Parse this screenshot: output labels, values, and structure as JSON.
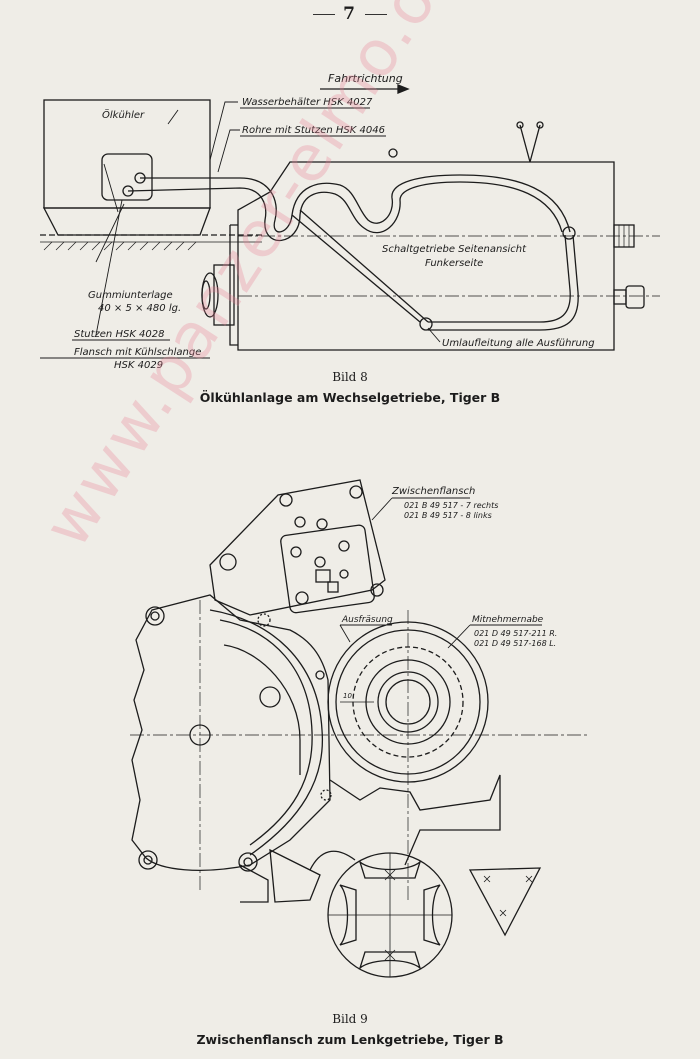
{
  "page": {
    "number": "7"
  },
  "figure8": {
    "direction_label": "Fahrtrichtung",
    "labels": {
      "oil_cooler": "Ölkühler",
      "water_tank": "Wasserbehälter HSK 4027",
      "pipes": "Rohre mit Stutzen HSK 4046",
      "gearbox_line1": "Schaltgetriebe Seitenansicht",
      "gearbox_line2": "Funkerseite",
      "rubber_pad_line1": "Gummiunterlage",
      "rubber_pad_line2": "40 × 5 × 480 lg.",
      "nozzle": "Stutzen HSK 4028",
      "flange_line1": "Flansch mit Kühlschlange",
      "flange_line2": "HSK 4029",
      "diversion": "Umlaufleitung alle Ausführung"
    },
    "caption_number": "Bild 8",
    "caption_title": "Ölkühlanlage am Wechselgetriebe, Tiger B"
  },
  "figure9": {
    "labels": {
      "intermediate_flange": "Zwischenflansch",
      "part_right": "021 B 49 517 - 7 rechts",
      "part_left": "021 B 49 517 - 8 links",
      "cutout": "Ausfräsung",
      "hub": "Mitnehmernabe",
      "hub_part_r": "021 D 49 517-211 R.",
      "hub_part_l": "021 D 49 517-168 L.",
      "dimension": "10"
    },
    "caption_number": "Bild 9",
    "caption_title": "Zwischenflansch zum Lenkgetriebe, Tiger B"
  },
  "watermark": {
    "text": "www.panzer-elmo.org",
    "color": "#e88296"
  }
}
